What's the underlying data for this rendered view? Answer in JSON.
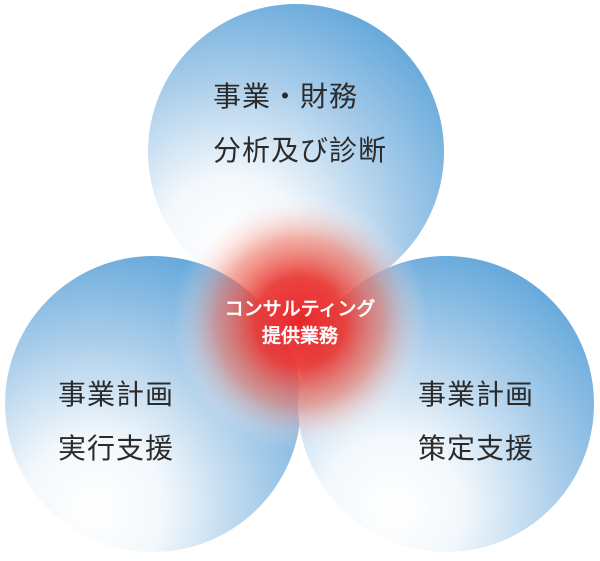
{
  "colors": {
    "circle_light": "#ffffff",
    "circle_blue": "#5aa2d9",
    "center_red": "#e8262c",
    "text_dark": "#2b2b2b",
    "text_light": "#ffffff"
  },
  "circles": [
    {
      "id": "top",
      "lines": [
        "事業・財務",
        "分析及び診断"
      ]
    },
    {
      "id": "left",
      "lines": [
        "事業計画",
        "実行支援"
      ]
    },
    {
      "id": "right",
      "lines": [
        "事業計画",
        "策定支援"
      ]
    }
  ],
  "center": {
    "lines": [
      "コンサルティング",
      "提供業務"
    ]
  }
}
